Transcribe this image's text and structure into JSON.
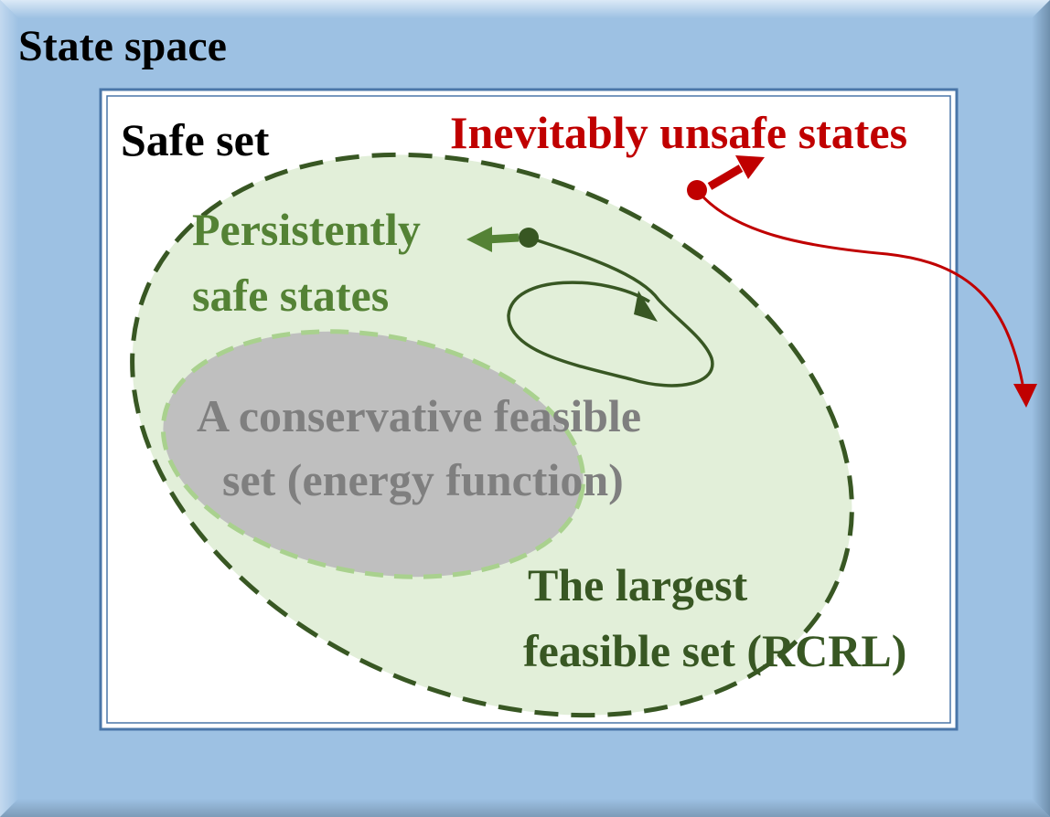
{
  "state_space": {
    "label": "State space"
  },
  "safe_set": {
    "label": "Safe set"
  },
  "unsafe": {
    "label": "Inevitably unsafe states"
  },
  "persistent": {
    "line1": "Persistently",
    "line2": "safe states"
  },
  "conservative": {
    "line1": "A conservative feasible",
    "line2": "set (energy function)"
  },
  "largest": {
    "line1": "The largest",
    "line2": "feasible set (RCRL)"
  },
  "colors": {
    "state_space_fill": "#9dc1e3",
    "safe_set_fill": "#ffffff",
    "largest_set_fill": "#e2efd9",
    "largest_set_border": "#385723",
    "conservative_fill": "#bfbfbf",
    "conservative_border": "#a9d18e",
    "persistent_text": "#548235",
    "unsafe": "#c00000",
    "largest_text": "#385723",
    "conservative_text": "#7f7f7f"
  }
}
